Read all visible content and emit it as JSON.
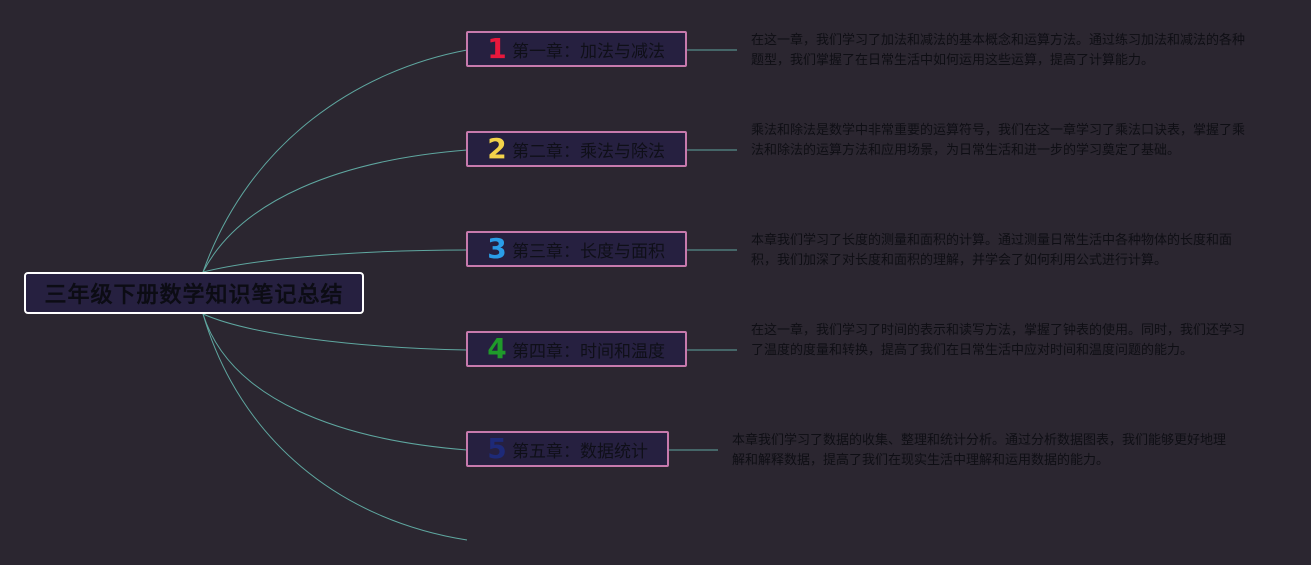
{
  "root": {
    "title": "三年级下册数学知识笔记总结"
  },
  "chapters": [
    {
      "number": "1",
      "number_color": "#e8183c",
      "label": "第一章：加法与减法",
      "description": "在这一章，我们学习了加法和减法的基本概念和运算方法。通过练习加法和减法的各种题型，我们掌握了在日常生活中如何运用这些运算，提高了计算能力。"
    },
    {
      "number": "2",
      "number_color": "#f4d34a",
      "label": "第二章：乘法与除法",
      "description": "乘法和除法是数学中非常重要的运算符号，我们在这一章学习了乘法口诀表，掌握了乘法和除法的运算方法和应用场景，为日常生活和进一步的学习奠定了基础。"
    },
    {
      "number": "3",
      "number_color": "#2a9ee8",
      "label": "第三章：长度与面积",
      "description": "本章我们学习了长度的测量和面积的计算。通过测量日常生活中各种物体的长度和面积，我们加深了对长度和面积的理解，并学会了如何利用公式进行计算。"
    },
    {
      "number": "4",
      "number_color": "#1f9a2a",
      "label": "第四章：时间和温度",
      "description": "在这一章，我们学习了时间的表示和读写方法，掌握了钟表的使用。同时，我们还学习了温度的度量和转换，提高了我们在日常生活中应对时间和温度问题的能力。"
    },
    {
      "number": "5",
      "number_color": "#1e2a78",
      "label": "第五章：数据统计",
      "description": "本章我们学习了数据的收集、整理和统计分析。通过分析数据图表，我们能够更好地理解和解释数据，提高了我们在现实生活中理解和运用数据的能力。"
    }
  ],
  "colors": {
    "connector": "#5fa7a0",
    "chapter_border": "#c77aad",
    "root_border": "#ffffff",
    "background": "#2b2630"
  }
}
